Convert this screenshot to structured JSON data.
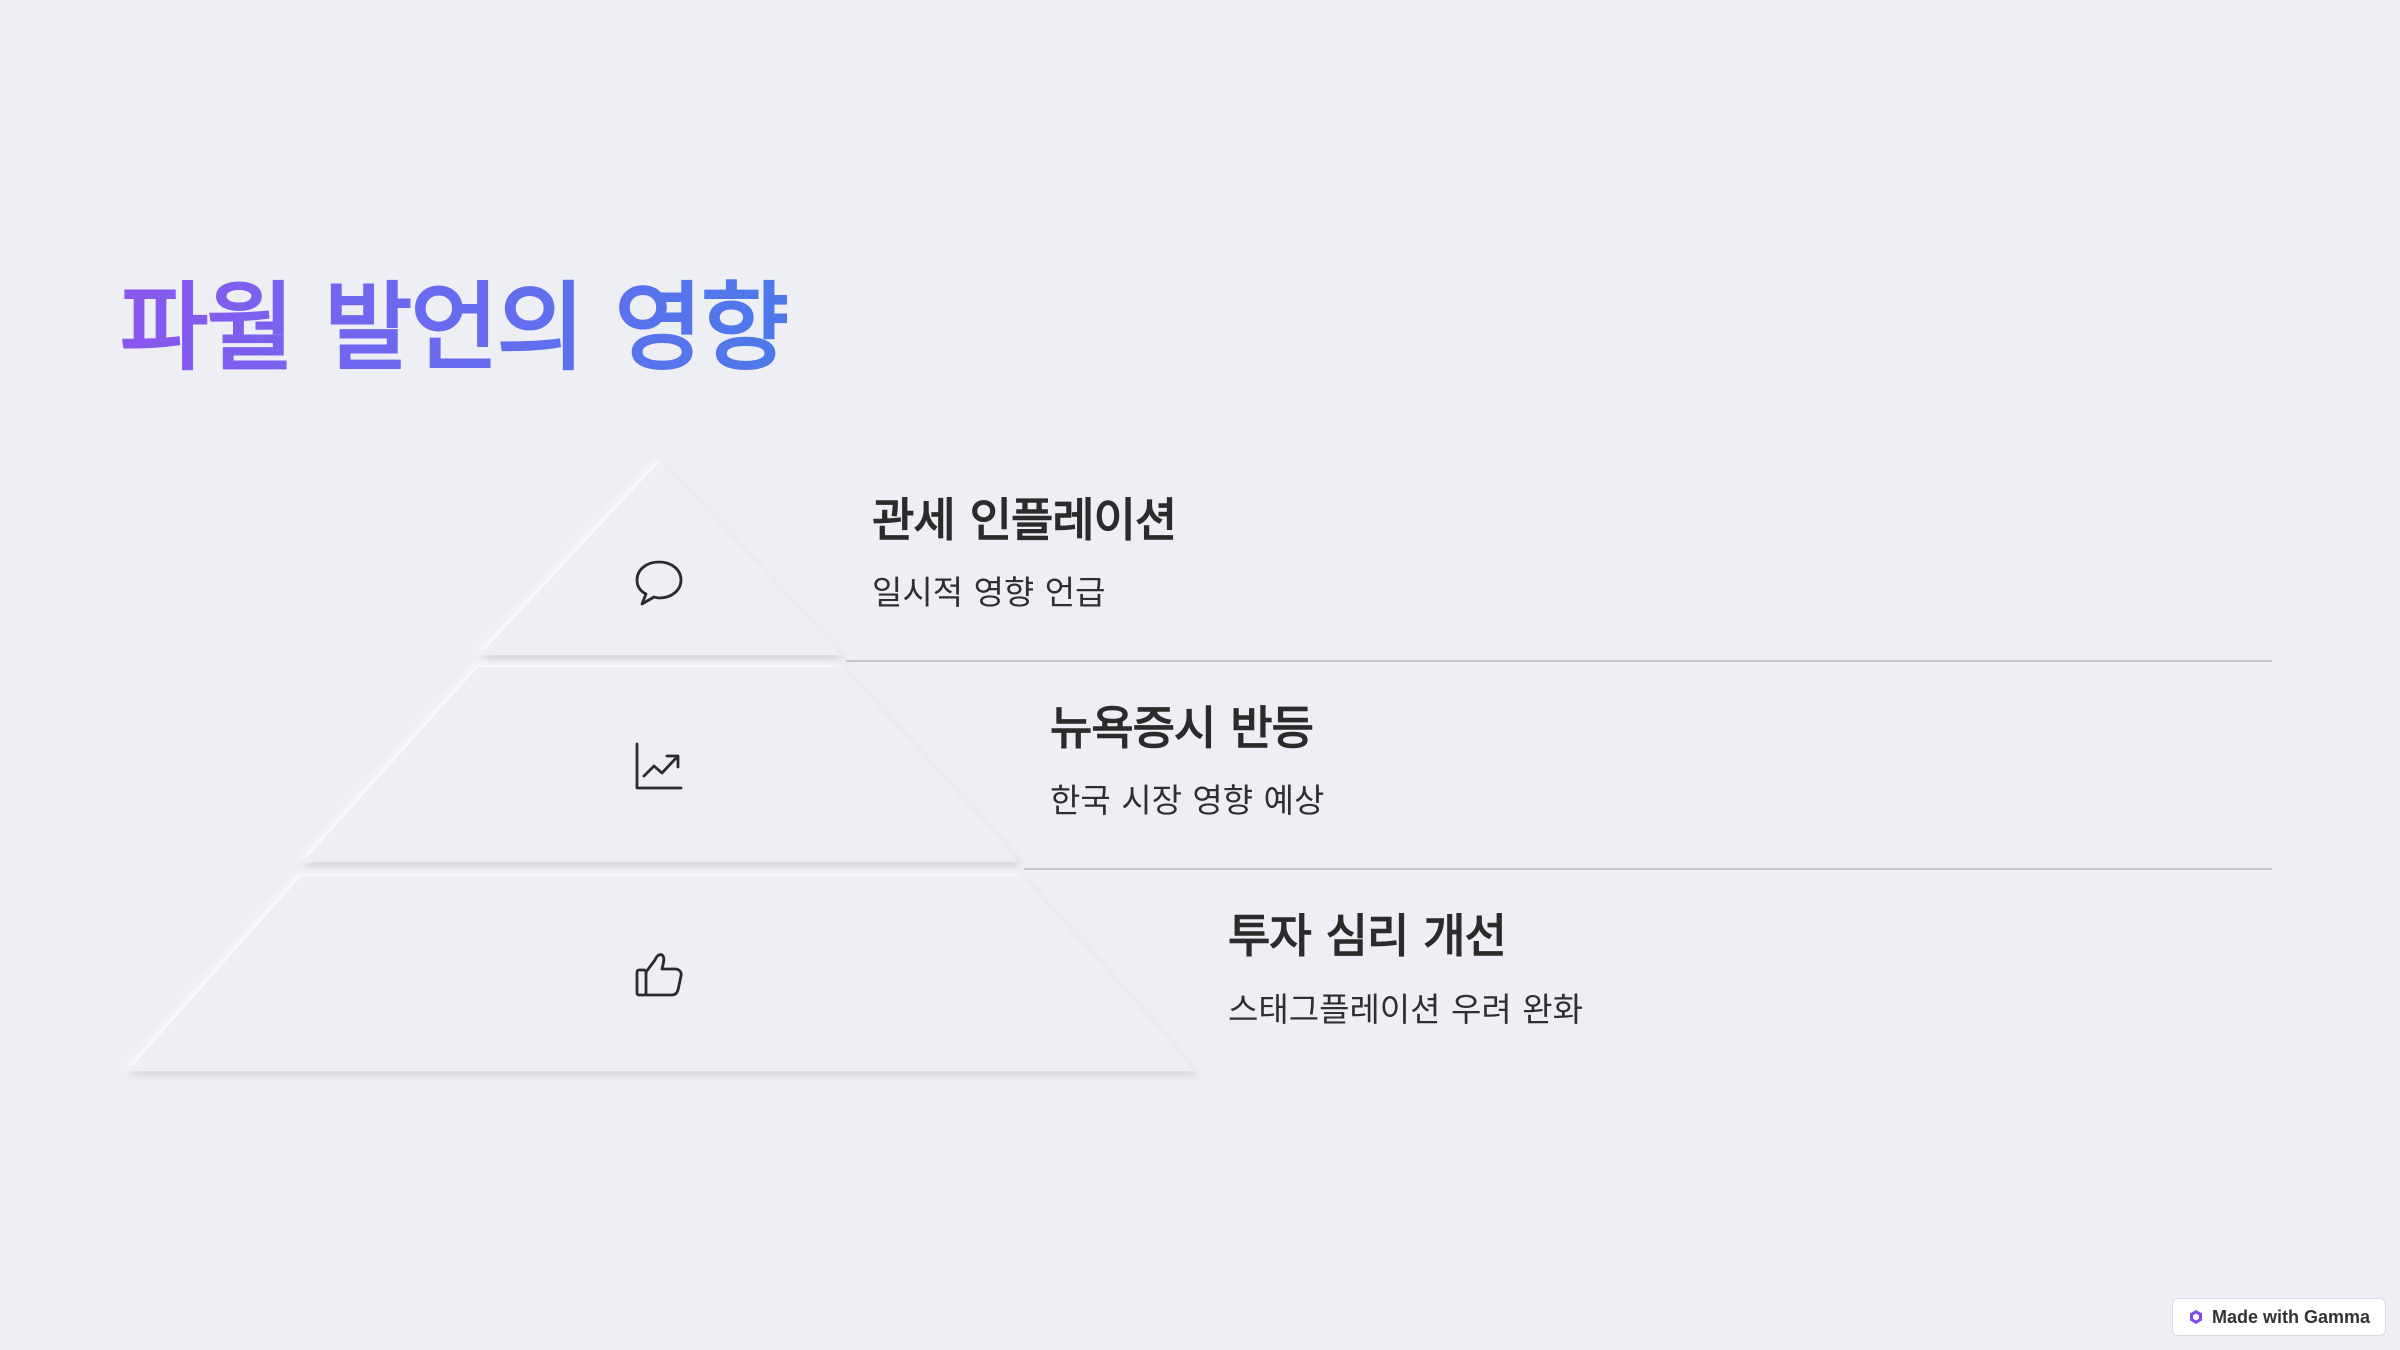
{
  "slide": {
    "title": "파월 발언의 영향"
  },
  "levels": [
    {
      "icon": "speech-bubble-icon",
      "heading": "관세 인플레이션",
      "description": "일시적 영향 언급"
    },
    {
      "icon": "trending-up-chart-icon",
      "heading": "뉴욕증시 반등",
      "description": "한국 시장 영향 예상"
    },
    {
      "icon": "thumbs-up-icon",
      "heading": "투자 심리 개선",
      "description": "스태그플레이션 우려 완화"
    }
  ],
  "badge": {
    "label": "Made with Gamma",
    "logo_colors": [
      "#9b3fe0",
      "#5a6df0"
    ]
  },
  "colors": {
    "background": "#eeeff4",
    "title_gradient": [
      "#8b57ee",
      "#4d79ea"
    ],
    "text": "#2b2b2b",
    "divider": "#c4c5ca"
  }
}
